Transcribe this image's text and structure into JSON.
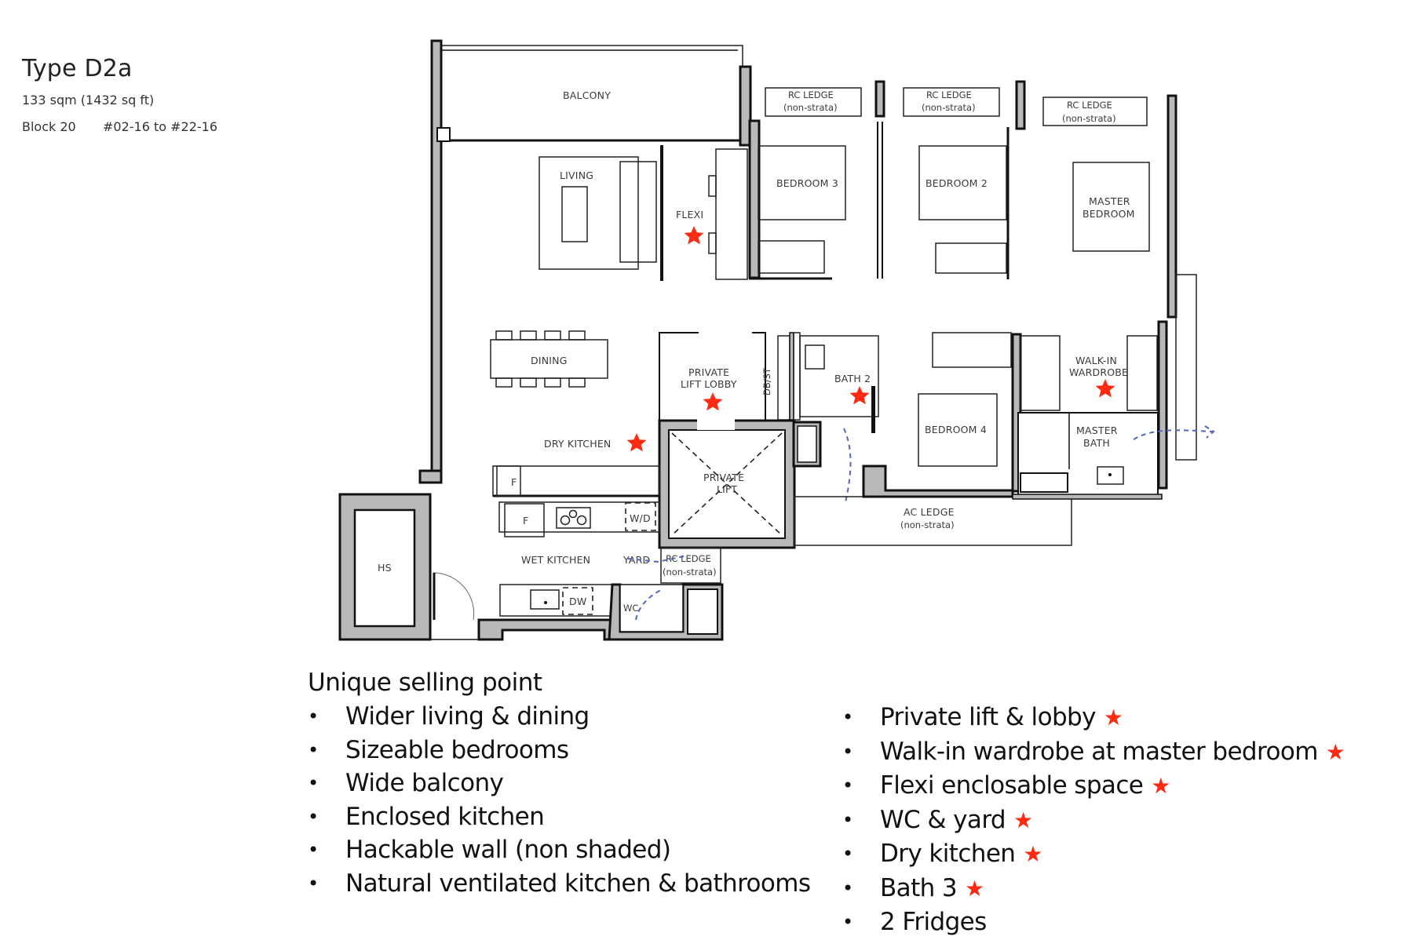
{
  "header": {
    "unit_type": "Type D2a",
    "area": "133 sqm (1432 sq ft)",
    "block": "Block 20",
    "unit_range": "#02-16 to #22-16"
  },
  "floor_plan": {
    "rooms": {
      "balcony": "BALCONY",
      "living": "LIVING",
      "flexi": "FLEXI",
      "bedroom3": "BEDROOM 3",
      "bedroom2": "BEDROOM 2",
      "master_bedroom_1": "MASTER",
      "master_bedroom_2": "BEDROOM",
      "rc_ledge": "RC LEDGE",
      "non_strata": "(non-strata)",
      "dining": "DINING",
      "private_lift_lobby_1": "PRIVATE",
      "private_lift_lobby_2": "LIFT LOBBY",
      "db_st": "DB/ST",
      "bath2": "BATH 2",
      "walk_in_wardrobe_1": "WALK-IN",
      "walk_in_wardrobe_2": "WARDROBE",
      "dry_kitchen": "DRY KITCHEN",
      "private_lift_1": "PRIVATE",
      "private_lift_2": "LIFT",
      "bedroom4": "BEDROOM 4",
      "master_bath_1": "MASTER",
      "master_bath_2": "BATH",
      "fridge": "F",
      "washer_dryer": "W/D",
      "ac_ledge": "AC LEDGE",
      "wet_kitchen": "WET KITCHEN",
      "yard": "YARD",
      "hs": "HS",
      "dishwasher": "DW",
      "wc": "WC"
    },
    "highlight_star_color": "#ff2a12",
    "annotation_arrow_color": "#5265b8",
    "wall_fill_color": "#b9b9bc"
  },
  "usp": {
    "title": "Unique selling point",
    "left_items": [
      "Wider living & dining",
      "Sizeable bedrooms",
      "Wide balcony",
      "Enclosed kitchen",
      "Hackable wall (non shaded)",
      "Natural ventilated kitchen & bathrooms"
    ],
    "right_items": [
      {
        "label": "Private lift & lobby",
        "star": "★"
      },
      {
        "label": "Walk-in wardrobe at master bedroom",
        "star": "★"
      },
      {
        "label": "Flexi enclosable space",
        "star": "★"
      },
      {
        "label": "WC & yard",
        "star": "★"
      },
      {
        "label": "Dry kitchen",
        "star": "★"
      },
      {
        "label": "Bath 3",
        "star": "★"
      },
      {
        "label": "2 Fridges",
        "star": ""
      }
    ],
    "bullet": "•"
  }
}
